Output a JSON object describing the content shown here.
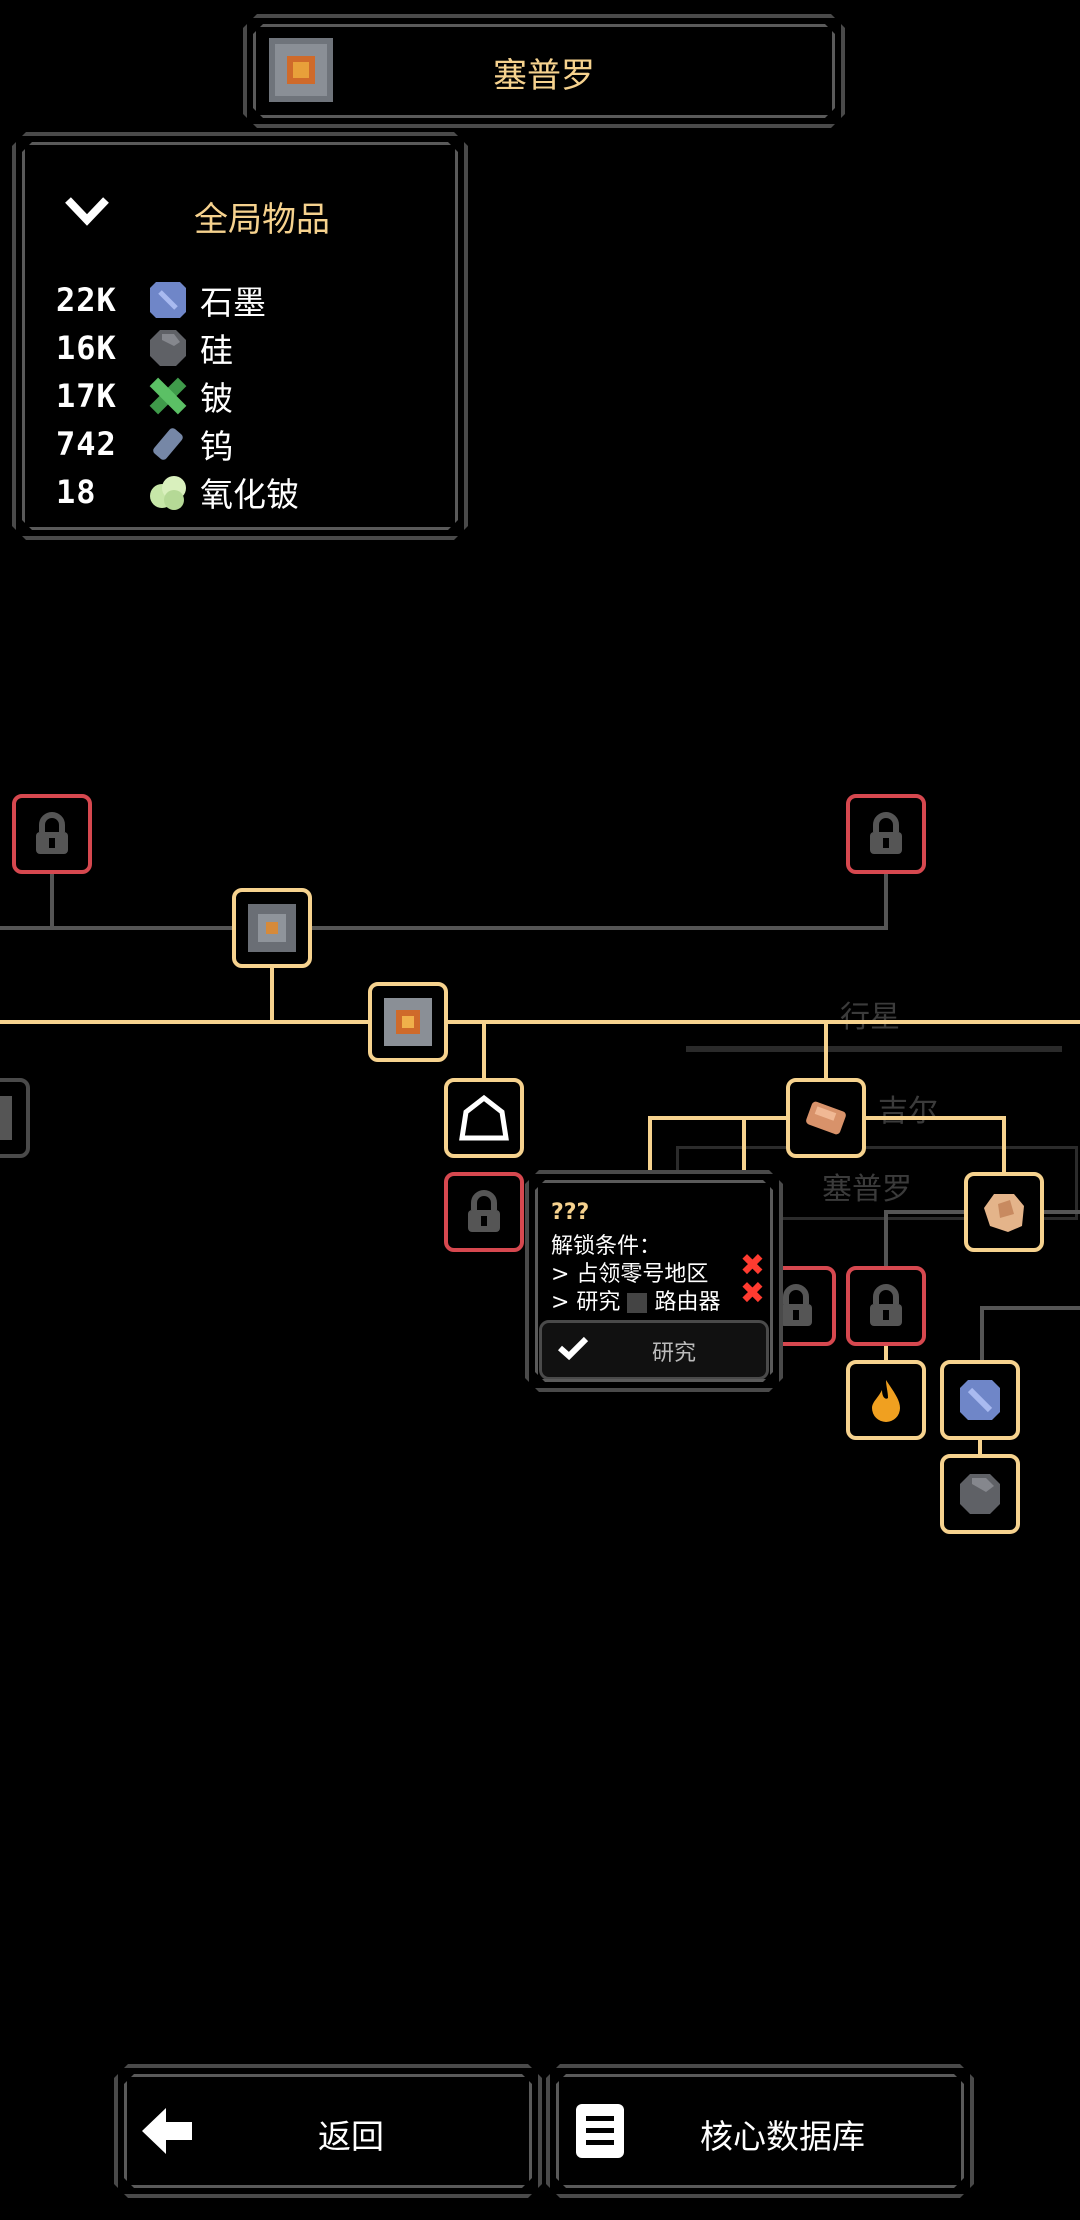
{
  "header": {
    "title": "塞普罗"
  },
  "inventory": {
    "title": "全局物品",
    "items": [
      {
        "count": "22K",
        "name": "石墨",
        "icon": "graphite-icon"
      },
      {
        "count": "16K",
        "name": "硅",
        "icon": "silicon-icon"
      },
      {
        "count": "17K",
        "name": "铍",
        "icon": "beryllium-icon"
      },
      {
        "count": "742",
        "name": "钨",
        "icon": "tungsten-icon"
      },
      {
        "count": "18",
        "name": "氧化铍",
        "icon": "oxide-icon"
      }
    ]
  },
  "map_labels": {
    "planet": "行星",
    "serpulo_partial": "吉尔",
    "region": "塞普罗"
  },
  "tooltip": {
    "title": "???",
    "unlock_header": "解锁条件：",
    "req1": "> 占领零号地区",
    "req2": "> 研究",
    "req2_item": "路由器",
    "research_button": "研究"
  },
  "footer": {
    "back_label": "返回",
    "database_label": "核心数据库"
  },
  "colors": {
    "gold": "#f6d28e",
    "locked_red": "#d6484f",
    "panel_gray": "#4a4a4a"
  }
}
